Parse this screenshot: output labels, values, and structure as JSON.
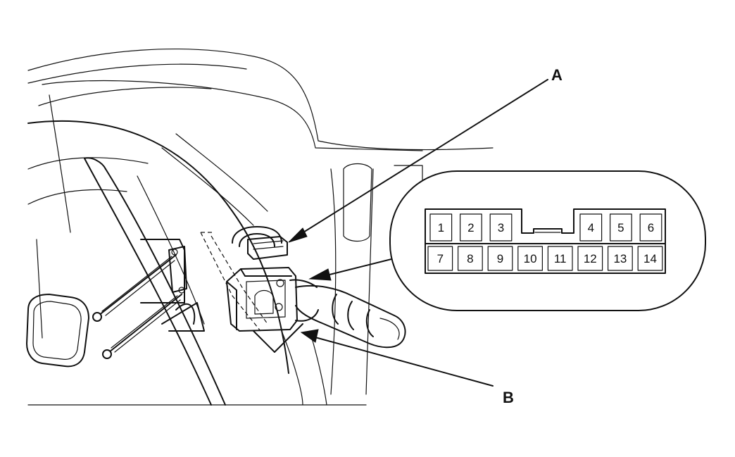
{
  "callouts": {
    "a": "A",
    "b": "B"
  },
  "connector": {
    "top_row": [
      "1",
      "2",
      "3",
      "4",
      "5",
      "6"
    ],
    "bottom_row": [
      "7",
      "8",
      "9",
      "10",
      "11",
      "12",
      "13",
      "14"
    ]
  },
  "icons": [
    "steering-column-illustration",
    "screw-icon",
    "arrow-icon",
    "connector-pinout"
  ]
}
